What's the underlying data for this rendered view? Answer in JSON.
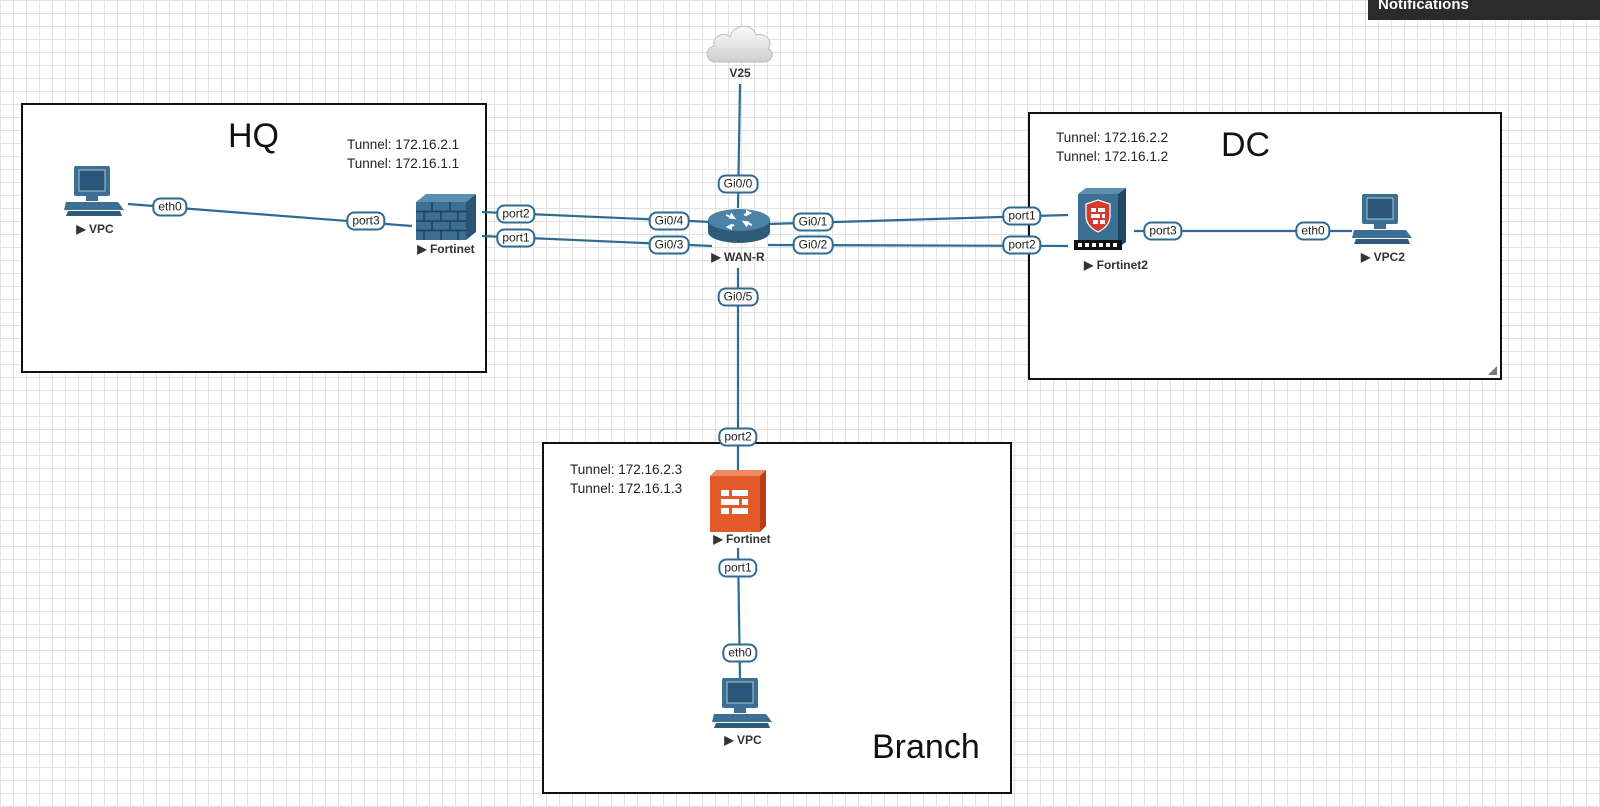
{
  "notifications": {
    "label": "Notifications"
  },
  "areas": {
    "hq": {
      "title": "HQ",
      "tunnels": [
        "Tunnel: 172.16.2.1",
        "Tunnel: 172.16.1.1"
      ]
    },
    "dc": {
      "title": "DC",
      "tunnels": [
        "Tunnel: 172.16.2.2",
        "Tunnel: 172.16.1.2"
      ]
    },
    "branch": {
      "title": "Branch",
      "tunnels": [
        "Tunnel: 172.16.2.3",
        "Tunnel: 172.16.1.3"
      ]
    }
  },
  "nodes": {
    "cloud": {
      "label": "V25",
      "icon": "cloud-icon"
    },
    "hq_pc": {
      "label": "VPC",
      "icon": "computer-icon"
    },
    "hq_fw": {
      "label": "Fortinet",
      "icon": "firewall-icon"
    },
    "wan_router": {
      "label": "WAN-R",
      "icon": "router-icon"
    },
    "dc_fw": {
      "label": "Fortinet2",
      "icon": "fortigate-appliance-icon"
    },
    "dc_pc": {
      "label": "VPC2",
      "icon": "computer-icon"
    },
    "branch_fw": {
      "label": "Fortinet",
      "icon": "orange-firewall-icon"
    },
    "branch_pc": {
      "label": "VPC",
      "icon": "computer-icon"
    }
  },
  "node_marker": "▶",
  "ports": {
    "cloud_gi00": "Gi0/0",
    "hq_pc_eth0": "eth0",
    "hq_fw_port3": "port3",
    "hq_fw_port2": "port2",
    "hq_fw_port1": "port1",
    "wan_gi04": "Gi0/4",
    "wan_gi03": "Gi0/3",
    "wan_gi01": "Gi0/1",
    "wan_gi02": "Gi0/2",
    "dc_fw_port1": "port1",
    "dc_fw_port2": "port2",
    "dc_fw_port3": "port3",
    "dc_pc_eth0": "eth0",
    "wan_gi05": "Gi0/5",
    "branch_fw_port2": "port2",
    "branch_fw_port1": "port1",
    "branch_pc_eth0": "eth0"
  },
  "colors": {
    "link": "#2f6a93",
    "device_blue": "#3c6f93",
    "fortigate_red": "#d43a2e",
    "firewall_orange": "#e25a2a"
  }
}
